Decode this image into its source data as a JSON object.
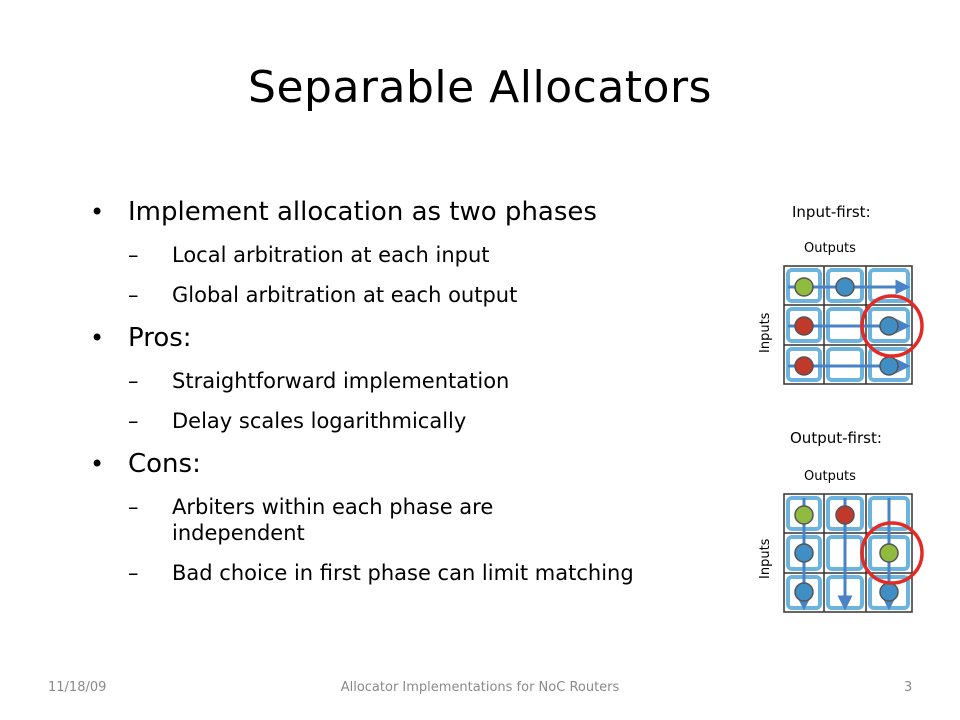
{
  "slide": {
    "title": "Separable Allocators",
    "bullets": [
      {
        "text": "Implement allocation as two phases",
        "subs": [
          "Local arbitration at each input",
          "Global arbitration at each output"
        ]
      },
      {
        "text": "Pros:",
        "subs": [
          "Straightforward implementation",
          "Delay scales logarithmically"
        ]
      },
      {
        "text": "Cons:",
        "subs": [
          "Arbiters within each phase are independent",
          "Bad choice in first phase can limit matching"
        ]
      }
    ]
  },
  "diagram_input_first": {
    "heading": "Input-first:",
    "outputs_label": "Outputs",
    "inputs_label": "Inputs"
  },
  "diagram_output_first": {
    "heading": "Output-first:",
    "outputs_label": "Outputs",
    "inputs_label": "Inputs"
  },
  "footer": {
    "date": "11/18/09",
    "center": "Allocator Implementations for NoC Routers",
    "page": "3"
  },
  "colors": {
    "green": "#8fbc3f",
    "red": "#c0392b",
    "blue": "#3f8fc4",
    "grid": "#6cb4de",
    "highlight": "#e32b25"
  }
}
